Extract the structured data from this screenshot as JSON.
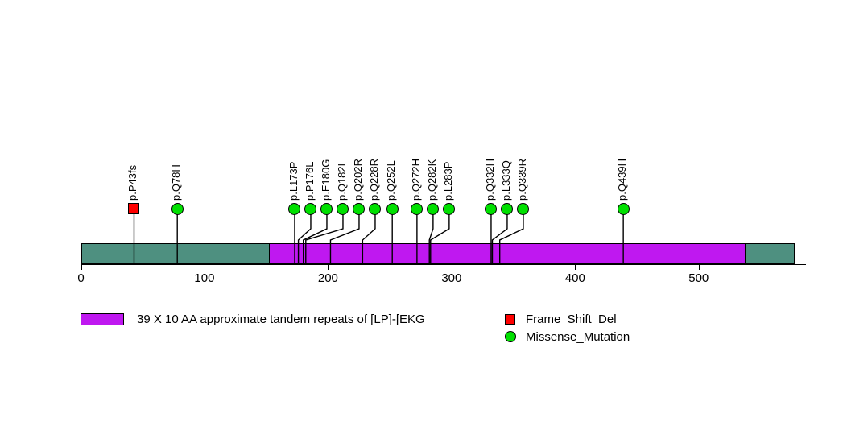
{
  "chart_data": {
    "type": "lollipop",
    "title": "",
    "xlabel": "",
    "ylabel": "",
    "xlim": [
      0,
      578
    ],
    "axis": {
      "ticks": [
        0,
        100,
        200,
        300,
        400,
        500
      ],
      "tick_labels": [
        "0",
        "100",
        "200",
        "300",
        "400",
        "500"
      ],
      "grid": false
    },
    "protein": {
      "length": 578,
      "base_color": "#4E9080",
      "regions": [
        {
          "name": "39 X 10 AA approximate tandem repeats of [LP]-[EKG",
          "start": 152,
          "end": 538,
          "color": "#BF18F0"
        }
      ]
    },
    "mutations": [
      {
        "label": "p.P43fs",
        "position": 43,
        "type": "Frame_Shift_Del",
        "marker": "square",
        "color": "#FF0000"
      },
      {
        "label": "p.Q78H",
        "position": 78,
        "type": "Missense_Mutation",
        "marker": "circle",
        "color": "#00E000"
      },
      {
        "label": "p.L173P",
        "position": 173,
        "type": "Missense_Mutation",
        "marker": "circle",
        "color": "#00E000"
      },
      {
        "label": "p.P176L",
        "position": 176,
        "type": "Missense_Mutation",
        "marker": "circle",
        "color": "#00E000"
      },
      {
        "label": "p.E180G",
        "position": 180,
        "type": "Missense_Mutation",
        "marker": "circle",
        "color": "#00E000"
      },
      {
        "label": "p.Q182L",
        "position": 182,
        "type": "Missense_Mutation",
        "marker": "circle",
        "color": "#00E000"
      },
      {
        "label": "p.Q202R",
        "position": 202,
        "type": "Missense_Mutation",
        "marker": "circle",
        "color": "#00E000"
      },
      {
        "label": "p.Q228R",
        "position": 228,
        "type": "Missense_Mutation",
        "marker": "circle",
        "color": "#00E000"
      },
      {
        "label": "p.Q252L",
        "position": 252,
        "type": "Missense_Mutation",
        "marker": "circle",
        "color": "#00E000"
      },
      {
        "label": "p.Q272H",
        "position": 272,
        "type": "Missense_Mutation",
        "marker": "circle",
        "color": "#00E000"
      },
      {
        "label": "p.Q282K",
        "position": 282,
        "type": "Missense_Mutation",
        "marker": "circle",
        "color": "#00E000"
      },
      {
        "label": "p.L283P",
        "position": 283,
        "type": "Missense_Mutation",
        "marker": "circle",
        "color": "#00E000"
      },
      {
        "label": "p.Q332H",
        "position": 332,
        "type": "Missense_Mutation",
        "marker": "circle",
        "color": "#00E000"
      },
      {
        "label": "p.L333Q",
        "position": 333,
        "type": "Missense_Mutation",
        "marker": "circle",
        "color": "#00E000"
      },
      {
        "label": "p.Q339R",
        "position": 339,
        "type": "Missense_Mutation",
        "marker": "circle",
        "color": "#00E000"
      },
      {
        "label": "p.Q439H",
        "position": 439,
        "type": "Missense_Mutation",
        "marker": "circle",
        "color": "#00E000"
      }
    ],
    "legend": {
      "position": "bottom",
      "domain_entries": [
        {
          "label": "39 X 10 AA approximate tandem repeats of [LP]-[EKG",
          "color": "#BF18F0",
          "shape": "rect"
        }
      ],
      "mutation_entries": [
        {
          "label": "Frame_Shift_Del",
          "color": "#FF0000",
          "shape": "square"
        },
        {
          "label": "Missense_Mutation",
          "color": "#00E000",
          "shape": "circle"
        }
      ]
    }
  }
}
